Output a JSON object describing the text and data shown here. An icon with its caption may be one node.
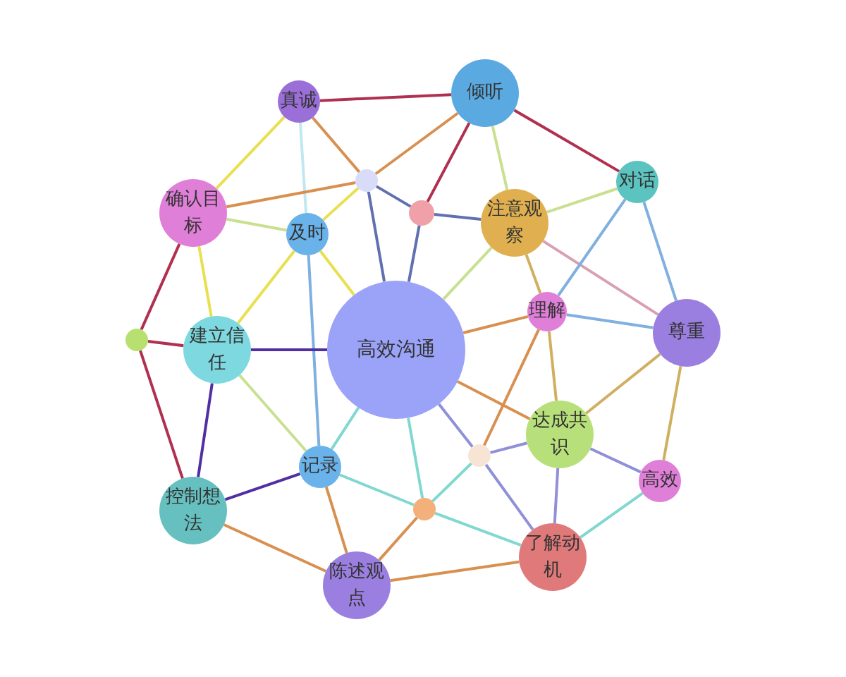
{
  "diagram": {
    "nodes": [
      {
        "text": [
          "真诚"
        ]
      },
      {
        "text": [
          "倾听"
        ]
      },
      {
        "text": [
          "对话"
        ]
      },
      {
        "text": [
          "确认目标"
        ]
      },
      {
        "text": [
          "及时"
        ]
      },
      {
        "text": [
          "注意观察"
        ]
      },
      {
        "text": [
          "理解"
        ]
      },
      {
        "text": [
          "尊重"
        ]
      },
      {
        "text": [
          "建立信任"
        ]
      },
      {
        "text": [
          "高效沟通"
        ]
      },
      {
        "text": [
          "达成共识"
        ]
      },
      {
        "text": [
          "控制想法"
        ]
      },
      {
        "text": [
          "记录"
        ]
      },
      {
        "text": [
          "高效"
        ]
      },
      {
        "text": [
          "了解动机"
        ]
      },
      {
        "text": [
          "陈述观点"
        ]
      },
      {
        "text": [],
        "shape": "circle"
      },
      {
        "text": [],
        "shape": "circle"
      },
      {
        "text": [],
        "shape": "circle"
      },
      {
        "text": [],
        "shape": "circle"
      },
      {
        "text": [],
        "shape": "circle"
      }
    ],
    "edges": [
      {
        "from": 0,
        "to": 1,
        "arrow": "none",
        "color": "#b03050"
      },
      {
        "from": 0,
        "to": 3,
        "arrow": "none",
        "color": "#e8e050"
      },
      {
        "from": 0,
        "to": 4,
        "arrow": "none",
        "color": "#c0e8f0"
      },
      {
        "from": 0,
        "to": 16,
        "arrow": "none",
        "color": "#d89050"
      },
      {
        "from": 1,
        "to": 16,
        "arrow": "none",
        "color": "#d89050"
      },
      {
        "from": 1,
        "to": 17,
        "arrow": "none",
        "color": "#b03050"
      },
      {
        "from": 1,
        "to": 5,
        "arrow": "none",
        "color": "#c8e090"
      },
      {
        "from": 1,
        "to": 2,
        "arrow": "none",
        "color": "#b03050"
      },
      {
        "from": 3,
        "to": 16,
        "arrow": "none",
        "color": "#d89050"
      },
      {
        "from": 3,
        "to": 4,
        "arrow": "none",
        "color": "#c8e090"
      },
      {
        "from": 3,
        "to": 8,
        "arrow": "none",
        "color": "#e8e050"
      },
      {
        "from": 3,
        "to": 18,
        "arrow": "none",
        "color": "#b03050"
      },
      {
        "from": 16,
        "to": 4,
        "arrow": "none",
        "color": "#e8e050"
      },
      {
        "from": 16,
        "to": 9,
        "arrow": "none",
        "color": "#6070b0"
      },
      {
        "from": 16,
        "to": 17,
        "arrow": "none",
        "color": "#6070b0"
      },
      {
        "from": 17,
        "to": 9,
        "arrow": "none",
        "color": "#6070b0"
      },
      {
        "from": 17,
        "to": 5,
        "arrow": "none",
        "color": "#6070b0"
      },
      {
        "from": 4,
        "to": 8,
        "arrow": "none",
        "color": "#e8e050"
      },
      {
        "from": 4,
        "to": 12,
        "arrow": "none",
        "color": "#80b0e0"
      },
      {
        "from": 4,
        "to": 9,
        "arrow": "none",
        "color": "#e8e050"
      },
      {
        "from": 5,
        "to": 2,
        "arrow": "none",
        "color": "#c8e090"
      },
      {
        "from": 5,
        "to": 9,
        "arrow": "none",
        "color": "#c8e090"
      },
      {
        "from": 5,
        "to": 6,
        "arrow": "none",
        "color": "#d0b060"
      },
      {
        "from": 5,
        "to": 7,
        "arrow": "none",
        "color": "#d8a0b0"
      },
      {
        "from": 2,
        "to": 6,
        "arrow": "none",
        "color": "#80b0e0"
      },
      {
        "from": 2,
        "to": 7,
        "arrow": "none",
        "color": "#80b0e0"
      },
      {
        "from": 6,
        "to": 9,
        "arrow": "none",
        "color": "#d89050"
      },
      {
        "from": 6,
        "to": 7,
        "arrow": "none",
        "color": "#80b0e0"
      },
      {
        "from": 6,
        "to": 10,
        "arrow": "none",
        "color": "#d0b060"
      },
      {
        "from": 6,
        "to": 19,
        "arrow": "none",
        "color": "#d89050"
      },
      {
        "from": 9,
        "to": 10,
        "arrow": "none",
        "color": "#d89050"
      },
      {
        "from": 7,
        "to": 10,
        "arrow": "none",
        "color": "#d0b060"
      },
      {
        "from": 7,
        "to": 13,
        "arrow": "none",
        "color": "#d0b060"
      },
      {
        "from": 18,
        "to": 8,
        "arrow": "none",
        "color": "#b03050"
      },
      {
        "from": 18,
        "to": 11,
        "arrow": "none",
        "color": "#b03050"
      },
      {
        "from": 8,
        "to": 9,
        "arrow": "none",
        "color": "#5030a0"
      },
      {
        "from": 8,
        "to": 11,
        "arrow": "none",
        "color": "#5030a0"
      },
      {
        "from": 8,
        "to": 12,
        "arrow": "none",
        "color": "#c8e090"
      },
      {
        "from": 9,
        "to": 12,
        "arrow": "none",
        "color": "#80d8d0"
      },
      {
        "from": 9,
        "to": 20,
        "arrow": "none",
        "color": "#80d8d0"
      },
      {
        "from": 9,
        "to": 19,
        "arrow": "none",
        "color": "#9090d8"
      },
      {
        "from": 19,
        "to": 10,
        "arrow": "none",
        "color": "#9090d8"
      },
      {
        "from": 19,
        "to": 20,
        "arrow": "none",
        "color": "#80d8d0"
      },
      {
        "from": 19,
        "to": 14,
        "arrow": "none",
        "color": "#9090d8"
      },
      {
        "from": 10,
        "to": 13,
        "arrow": "none",
        "color": "#9090d8"
      },
      {
        "from": 10,
        "to": 14,
        "arrow": "none",
        "color": "#9090d8"
      },
      {
        "from": 13,
        "to": 14,
        "arrow": "none",
        "color": "#80d8d0"
      },
      {
        "from": 11,
        "to": 12,
        "arrow": "none",
        "color": "#5030a0"
      },
      {
        "from": 11,
        "to": 15,
        "arrow": "none",
        "color": "#d89050"
      },
      {
        "from": 12,
        "to": 15,
        "arrow": "none",
        "color": "#d89050"
      },
      {
        "from": 12,
        "to": 20,
        "arrow": "none",
        "color": "#80d8d0"
      },
      {
        "from": 20,
        "to": 14,
        "arrow": "none",
        "color": "#80d8d0"
      },
      {
        "from": 20,
        "to": 15,
        "arrow": "none",
        "color": "#d89050"
      },
      {
        "from": 15,
        "to": 14,
        "arrow": "none",
        "color": "#d89050"
      }
    ]
  }
}
